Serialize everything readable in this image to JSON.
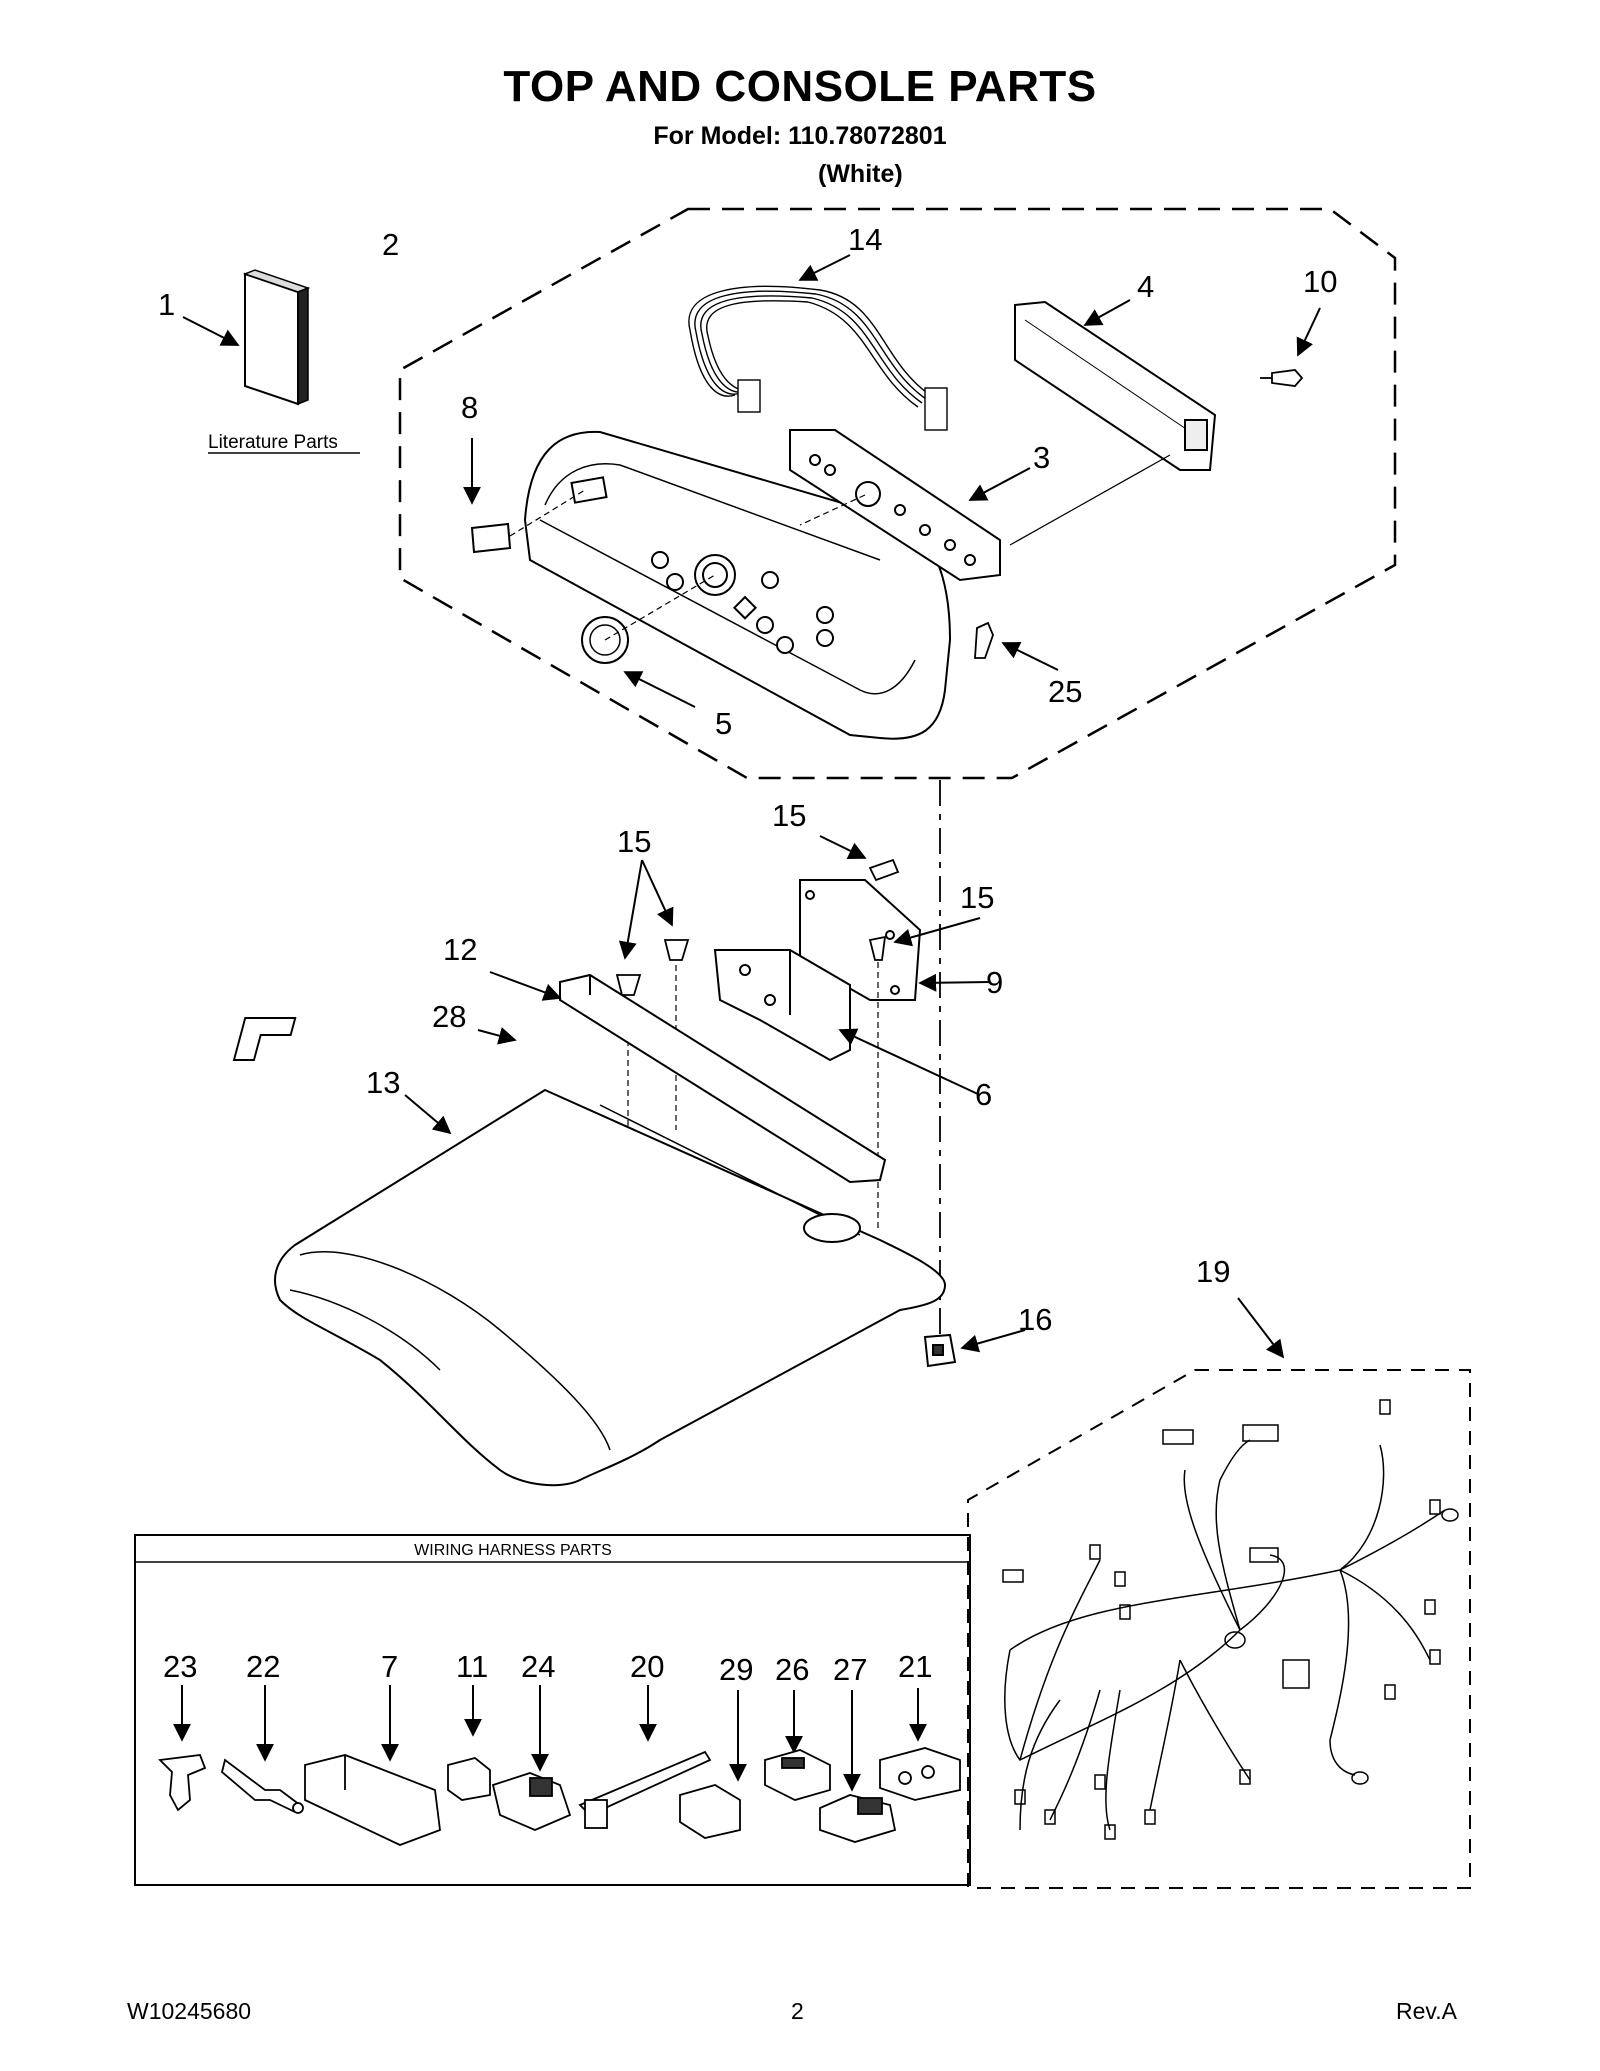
{
  "header": {
    "title": "TOP AND CONSOLE PARTS",
    "model_line": "For Model: 110.78072801",
    "color_line": "(White)"
  },
  "literature": {
    "label": "Literature Parts"
  },
  "wiring_box": {
    "title": "WIRING HARNESS PARTS"
  },
  "callouts": {
    "c1": "1",
    "c2": "2",
    "c3": "3",
    "c4": "4",
    "c5": "5",
    "c8": "8",
    "c10": "10",
    "c14": "14",
    "c25": "25",
    "c15a": "15",
    "c15b": "15",
    "c15c": "15",
    "c12": "12",
    "c28": "28",
    "c13": "13",
    "c9": "9",
    "c6": "6",
    "c16": "16",
    "c19": "19",
    "c23": "23",
    "c22": "22",
    "c7": "7",
    "c11": "11",
    "c24": "24",
    "c20": "20",
    "c29": "29",
    "c26": "26",
    "c27": "27",
    "c21": "21"
  },
  "footer": {
    "doc_number": "W10245680",
    "page_number": "2",
    "revision": "Rev.A"
  }
}
